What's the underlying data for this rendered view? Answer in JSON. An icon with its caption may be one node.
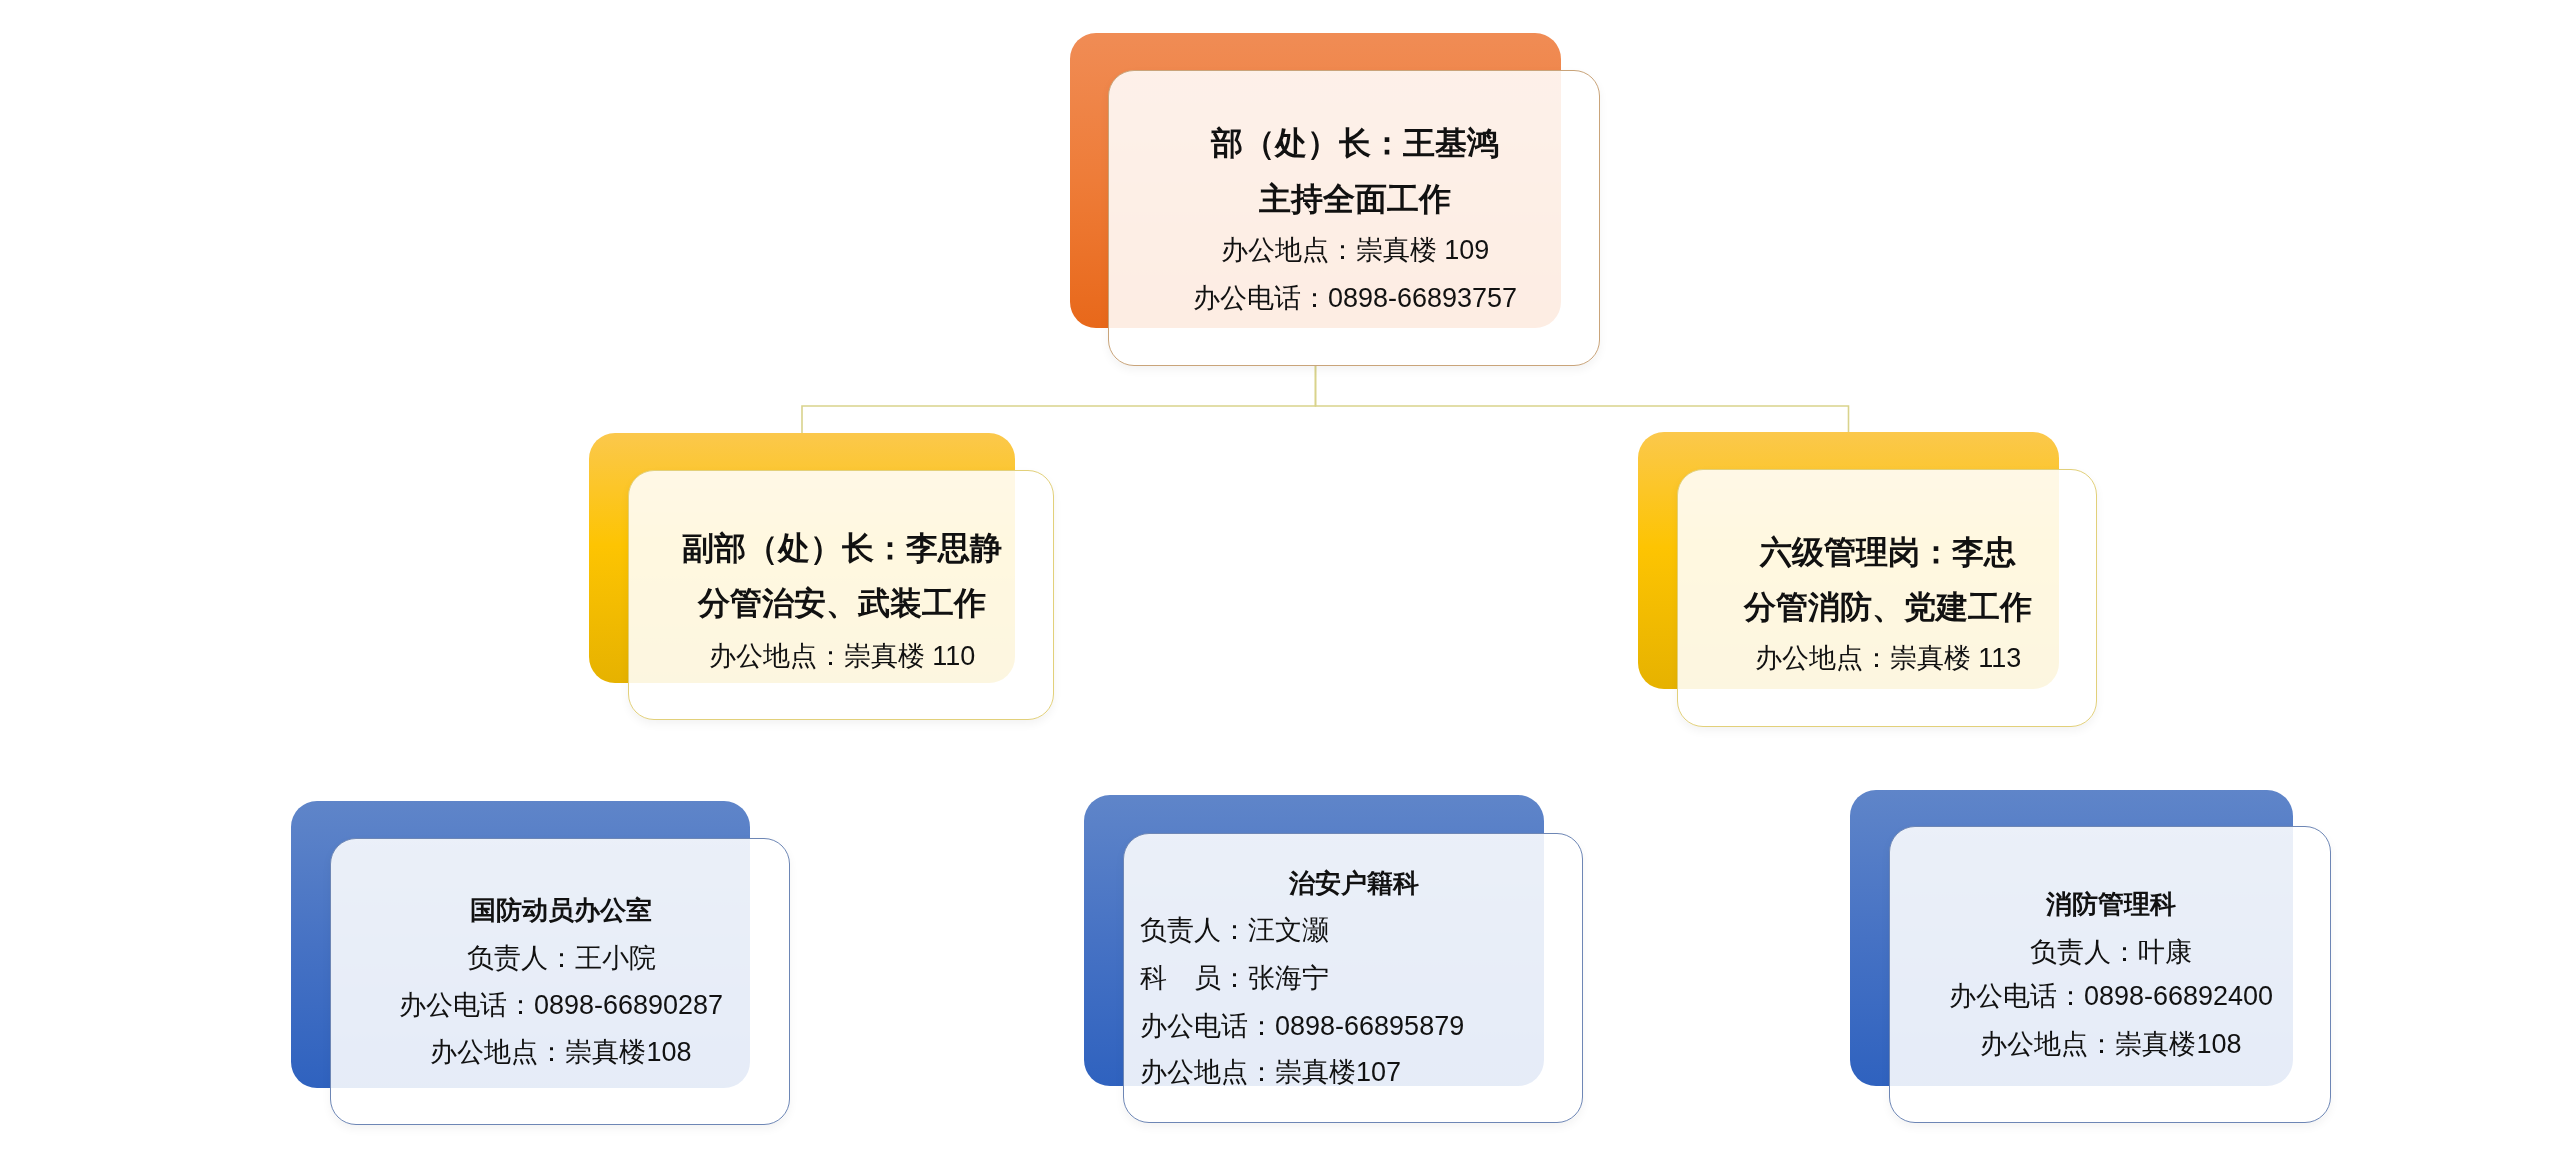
{
  "diagram": {
    "nodes": [
      {
        "text": [
          "部（处）长：王基鸿",
          "主持全面工作",
          "办公地点：崇真楼 109",
          "办公电话：0898-66893757"
        ]
      },
      {
        "text": [
          "副部（处）长：李思静",
          "分管治安、武装工作",
          "办公地点：崇真楼 110"
        ]
      },
      {
        "text": [
          "六级管理岗：李忠",
          "分管消防、党建工作",
          "办公地点：崇真楼 113"
        ]
      },
      {
        "text": [
          "国防动员办公室",
          "负责人：王小院",
          "办公电话：0898-66890287",
          "办公地点：崇真楼108"
        ]
      },
      {
        "text": [
          "治安户籍科",
          "负责人：汪文灏",
          "科　员：张海宁",
          "办公电话：0898-66895879",
          "办公地点：崇真楼107"
        ]
      },
      {
        "text": [
          "消防管理科",
          "负责人：叶康",
          "办公电话：0898-66892400",
          "办公地点：崇真楼108"
        ]
      }
    ],
    "edges": [
      {
        "from": 0,
        "to": 1,
        "arrow": "none"
      },
      {
        "from": 0,
        "to": 2,
        "arrow": "none"
      }
    ]
  }
}
